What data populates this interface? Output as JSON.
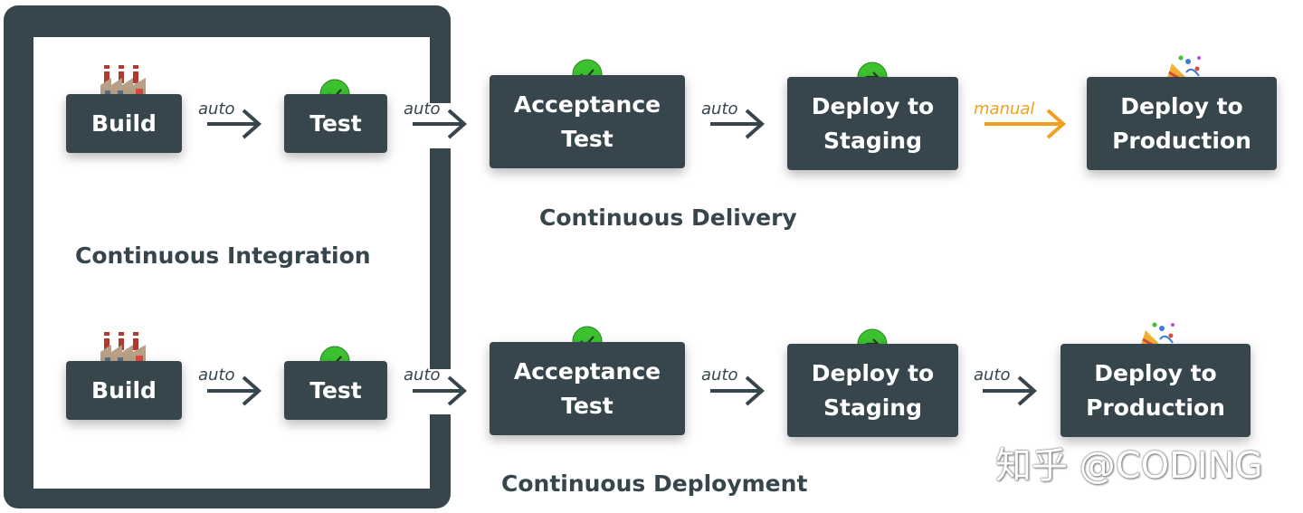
{
  "colors": {
    "box": "#37454d",
    "text": "#37454d",
    "manual": "#f0a020",
    "check": "#3cc22f"
  },
  "sections": {
    "integration": "Continuous Integration",
    "delivery": "Continuous Delivery",
    "deployment": "Continuous Deployment"
  },
  "delivery_row": {
    "build": "Build",
    "test": "Test",
    "acceptance": "Acceptance\nTest",
    "staging": "Deploy to\nStaging",
    "production": "Deploy to\nProduction",
    "arrows": [
      "auto",
      "auto",
      "auto",
      "manual"
    ]
  },
  "deployment_row": {
    "build": "Build",
    "test": "Test",
    "acceptance": "Acceptance\nTest",
    "staging": "Deploy to\nStaging",
    "production": "Deploy to\nProduction",
    "arrows": [
      "auto",
      "auto",
      "auto",
      "auto"
    ]
  },
  "icons": {
    "build": "factory-icon",
    "check": "check-badge-icon",
    "forward": "arrow-badge-icon",
    "celebrate": "party-popper-icon"
  },
  "watermark": "知乎 @CODING"
}
